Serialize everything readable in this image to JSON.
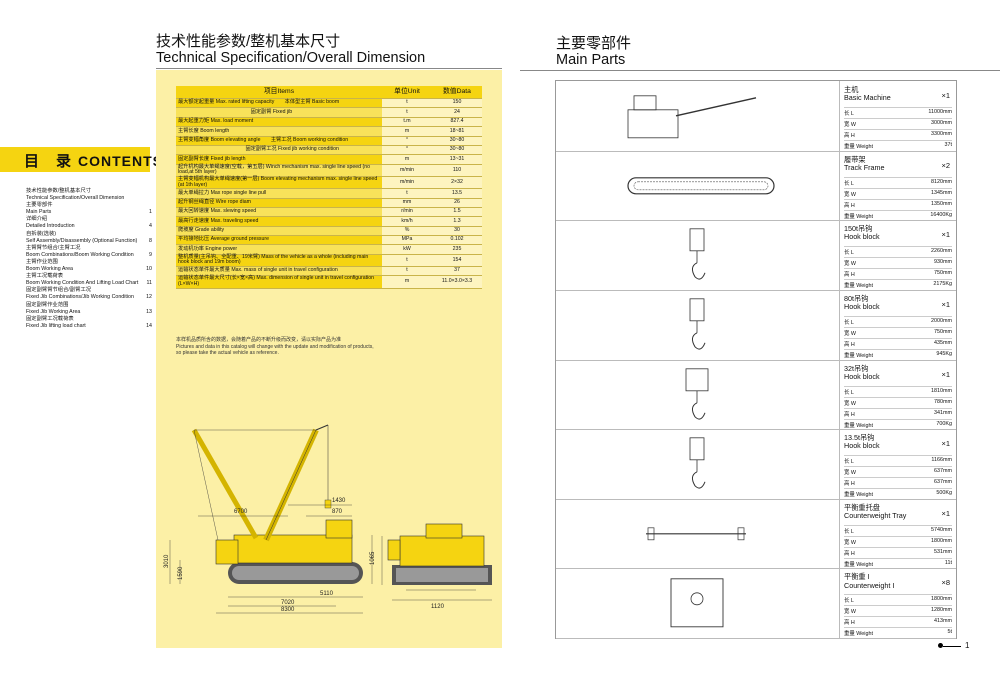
{
  "left_header": {
    "title_cn": "技术性能参数/整机基本尺寸",
    "title_en": "Technical Specification/Overall Dimension"
  },
  "right_header": {
    "title_cn": "主要零部件",
    "title_en": "Main Parts"
  },
  "contents": {
    "title_cn": "目　录",
    "title_en": "CONTENTS",
    "items": [
      {
        "text": "技术性能参数/整机基本尺寸",
        "page": ""
      },
      {
        "text": "Technical Specification/Overall Dimension",
        "page": ""
      },
      {
        "text": "主要零部件",
        "page": ""
      },
      {
        "text": "Main Parts",
        "page": "1"
      },
      {
        "text": "详细介绍",
        "page": ""
      },
      {
        "text": "Detailed Introduction",
        "page": "4"
      },
      {
        "text": "自拆装(选装)",
        "page": ""
      },
      {
        "text": "Self Assembly/Disassembly (Optional Function)",
        "page": "8"
      },
      {
        "text": "主臂臂节组合/主臂工况",
        "page": ""
      },
      {
        "text": "Boom Combinations/Boom Working Condition",
        "page": "9"
      },
      {
        "text": "主臂作业范围",
        "page": ""
      },
      {
        "text": "Boom Working Area",
        "page": "10"
      },
      {
        "text": "主臂工况载荷表",
        "page": ""
      },
      {
        "text": "Boom Working Condition And Lifting Load Chart",
        "page": "11"
      },
      {
        "text": "固定副臂臂节组合/副臂工况",
        "page": ""
      },
      {
        "text": "Fixed Jib Combinations/Jib Working Condition",
        "page": "12"
      },
      {
        "text": "固定副臂作业范围",
        "page": ""
      },
      {
        "text": "Fixed Jib Working Area",
        "page": "13"
      },
      {
        "text": "固定副臂工况载荷表",
        "page": ""
      },
      {
        "text": "Fixed Jib lifting load chart",
        "page": "14"
      }
    ]
  },
  "spec": {
    "headers": {
      "item": "项目Items",
      "unit": "单位Unit",
      "value": "数值Data"
    },
    "rows": [
      {
        "item": "最大额定起重量 Max. rated lifting capacity　　本体型主臂 Basic boom",
        "unit": "t",
        "value": "150"
      },
      {
        "item": "　　　　　　　　　　　　　　固定副臂 Fixed jib",
        "unit": "t",
        "value": "24"
      },
      {
        "item": "最大起重力矩 Max. load moment",
        "unit": "t.m",
        "value": "827.4"
      },
      {
        "item": "主臂长度 Boom length",
        "unit": "m",
        "value": "18~81"
      },
      {
        "item": "主臂变幅角度 Boom elevating angle　　主臂工况 Boom working condition",
        "unit": "°",
        "value": "30~80"
      },
      {
        "item": "　　　　　　　　　　　　　固定副臂工况 Fixed jib working condition",
        "unit": "°",
        "value": "30~80"
      },
      {
        "item": "固定副臂长度 Fixed jib length",
        "unit": "m",
        "value": "13~31"
      },
      {
        "item": "起升机构最大单绳速度(空载，第五层) Winch mechanism max. single line speed (no load,at 5th layer)",
        "unit": "m/min",
        "value": "110"
      },
      {
        "item": "主臂变幅机构最大单绳速度(第一层) Boom elevating mechanism max. single line speed (at 1th layer)",
        "unit": "m/min",
        "value": "2×32"
      },
      {
        "item": "最大单绳拉力 Max rope single line pull",
        "unit": "t",
        "value": "13.5"
      },
      {
        "item": "起升钢丝绳直径 Wire rope diam",
        "unit": "mm",
        "value": "26"
      },
      {
        "item": "最大回转速度 Max. slewing speed",
        "unit": "r/min",
        "value": "1.5"
      },
      {
        "item": "最高行走速度 Max. traveling speed",
        "unit": "km/h",
        "value": "1.3"
      },
      {
        "item": "爬坡度 Grade ability",
        "unit": "%",
        "value": "30"
      },
      {
        "item": "平均接地比压 Average ground pressure",
        "unit": "MPa",
        "value": "0.102"
      },
      {
        "item": "发动机功率 Engine power",
        "unit": "kW",
        "value": "235"
      },
      {
        "item": "整机质量(主吊钩、全配重、19米臂) Mass of the vehicle as a whole (including main hook block and 19m boom)",
        "unit": "t",
        "value": "154"
      },
      {
        "item": "运输状态单件最大质量 Max. mass of single unit in travel configuration",
        "unit": "t",
        "value": "37"
      },
      {
        "item": "运输状态单件最大尺寸(长×宽×高) Max. dimension of single unit in travel configuration (L×W×H)",
        "unit": "m",
        "value": "11.0×3.0×3.3"
      }
    ],
    "note_cn": "本样机品质所含的数据，会随着产品的不断升级而改变，请以实际产品为准",
    "note_en_1": "Pictures and data in this catalog will change with the update and modification of products,",
    "note_en_2": "so please take the actual vehicle as reference."
  },
  "drawing_dims": {
    "d6700": "6700",
    "d1430": "1430",
    "d870": "870",
    "d3010": "3010",
    "d1590": "1590",
    "d5110": "5110",
    "d7020": "7020",
    "d8300": "8300",
    "d1065": "1065",
    "d1120": "1120"
  },
  "labels": {
    "L": "长 L",
    "W": "宽 W",
    "H": "高 H",
    "weight": "重量 Weight"
  },
  "parts": [
    {
      "cn": "主机",
      "en": "Basic Machine",
      "qty": "×1",
      "L": "11000mm",
      "W": "3000mm",
      "H": "3300mm",
      "weight": "37t"
    },
    {
      "cn": "履带架",
      "en": "Track Frame",
      "qty": "×2",
      "L": "8120mm",
      "W": "1345mm",
      "H": "1350mm",
      "weight": "16400Kg"
    },
    {
      "cn": "150t吊钩",
      "en": "Hook block",
      "qty": "×1",
      "L": "2260mm",
      "W": "930mm",
      "H": "750mm",
      "weight": "2175Kg"
    },
    {
      "cn": "80t吊钩",
      "en": "Hook block",
      "qty": "×1",
      "L": "2000mm",
      "W": "750mm",
      "H": "435mm",
      "weight": "945Kg"
    },
    {
      "cn": "32t吊钩",
      "en": "Hook block",
      "qty": "×1",
      "L": "1810mm",
      "W": "780mm",
      "H": "341mm",
      "weight": "700Kg"
    },
    {
      "cn": "13.5t吊钩",
      "en": "Hook block",
      "qty": "×1",
      "L": "1166mm",
      "W": "637mm",
      "H": "637mm",
      "weight": "500Kg"
    },
    {
      "cn": "平衡重托盘",
      "en": "Counterweight Tray",
      "qty": "×1",
      "L": "5740mm",
      "W": "1800mm",
      "H": "531mm",
      "weight": "11t"
    },
    {
      "cn": "平衡重 I",
      "en": "Counterweight I",
      "qty": "×8",
      "L": "1800mm",
      "W": "1280mm",
      "H": "413mm",
      "weight": "5t"
    }
  ],
  "page_number": "1",
  "colors": {
    "yellow": "#f5d411",
    "panel": "#fcf0a6"
  }
}
